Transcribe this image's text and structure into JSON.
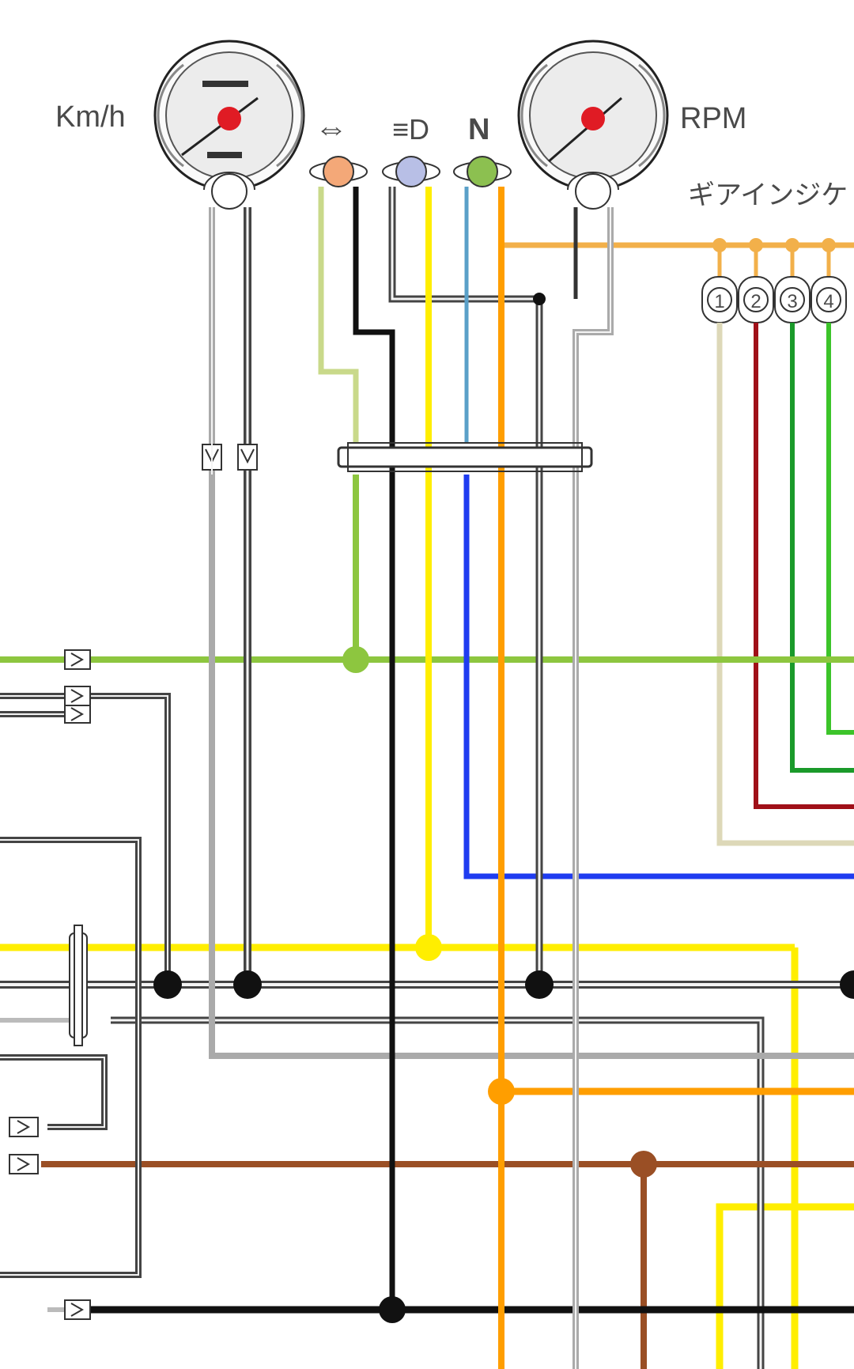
{
  "gauges": {
    "speedometer": {
      "label": "Km/h"
    },
    "tachometer": {
      "label": "RPM"
    }
  },
  "indicators": {
    "turn": {
      "symbol": "⇔",
      "color": "#f4a878"
    },
    "high_beam": {
      "symbol": "≡D",
      "color": "#b8bfe6"
    },
    "neutral": {
      "symbol": "N",
      "color": "#8cc050"
    }
  },
  "gear_indicator": {
    "label": "ギアインジケ",
    "positions": [
      "1",
      "2",
      "3",
      "4"
    ]
  },
  "wire_colors": {
    "light_green": "#8dc63f",
    "pale_green": "#c9d98a",
    "black": "#111111",
    "yellow": "#ffee00",
    "blue": "#1f3cf0",
    "orange": "#ff9e00",
    "gray": "#9d9d9d",
    "brown": "#9a4f25",
    "cream": "#ddd8b8",
    "dark_red": "#a01018",
    "green": "#1a9a2a",
    "bright_green": "#3cc42a"
  }
}
